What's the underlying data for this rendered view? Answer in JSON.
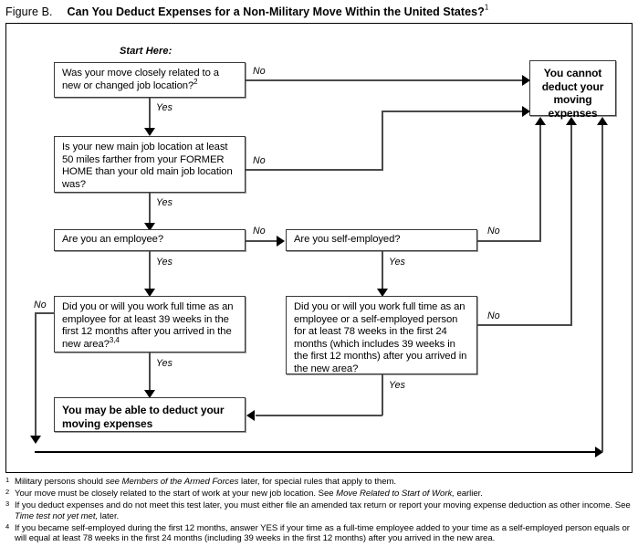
{
  "figure": {
    "label": "Figure B.",
    "title": "Can You Deduct Expenses for a Non-Military Move Within the United States?",
    "title_footnote": "1"
  },
  "flowchart": {
    "start_label": "Start Here:",
    "yes_label": "Yes",
    "no_label": "No",
    "nodes": {
      "q1": {
        "id": "move-related-to-job",
        "text": "Was your move closely related to a new or changed job location?",
        "footnote": "2"
      },
      "q2": {
        "id": "distance-test",
        "text": "Is your new main job location at least 50 miles farther from your FORMER HOME than your old main job location was?",
        "footnote": ""
      },
      "q3": {
        "id": "are-you-employee",
        "text": "Are you an employee?",
        "footnote": ""
      },
      "q4": {
        "id": "are-you-self-employed",
        "text": "Are you self-employed?",
        "footnote": ""
      },
      "q5": {
        "id": "time-test-39-weeks",
        "text": "Did you or will you work full time as an employee for at least 39 weeks in the first 12 months after you arrived in the new area?",
        "footnote": "3,4"
      },
      "q6": {
        "id": "time-test-78-weeks",
        "text": "Did you or will you work full time as an employee or a self-employed person for at least 78 weeks in the first 24 months (which includes 39 weeks in the first 12 months) after you arrived in the new area?",
        "footnote": ""
      },
      "t1": {
        "id": "cannot-deduct",
        "text": "You cannot deduct your moving expenses"
      },
      "t2": {
        "id": "may-deduct",
        "text": "You may be able to deduct your moving expenses"
      }
    }
  },
  "footnotes": [
    {
      "marker": "1",
      "parts": [
        {
          "t": "Military persons should ",
          "i": false
        },
        {
          "t": "see Members of the Armed Forces",
          "i": true
        },
        {
          "t": " later, for special rules that apply to them.",
          "i": false
        }
      ]
    },
    {
      "marker": "2",
      "parts": [
        {
          "t": "Your move must be closely related to the start of work at your new job location. See ",
          "i": false
        },
        {
          "t": "Move Related to Start of Work,",
          "i": true
        },
        {
          "t": " earlier.",
          "i": false
        }
      ]
    },
    {
      "marker": "3",
      "parts": [
        {
          "t": "If you deduct expenses and do not meet this test later, you must either file an amended tax return or report your moving expense deduction as other income. See ",
          "i": false
        },
        {
          "t": "Time test not yet met,",
          "i": true
        },
        {
          "t": " later.",
          "i": false
        }
      ]
    },
    {
      "marker": "4",
      "parts": [
        {
          "t": "If you became self-employed during the first 12 months, answer YES if your time as a full-time employee added to your time as a self-employed person equals or will equal at least 78 weeks in the first 24 months (including 39 weeks in the first 12 months) after you arrived in the new area.",
          "i": false
        }
      ]
    }
  ],
  "colors": {
    "background": "#ffffff",
    "ink": "#000000",
    "line": "#4a4a4a",
    "box_border": "#3a3a3a",
    "box_shadow": "#9a9a9a"
  }
}
